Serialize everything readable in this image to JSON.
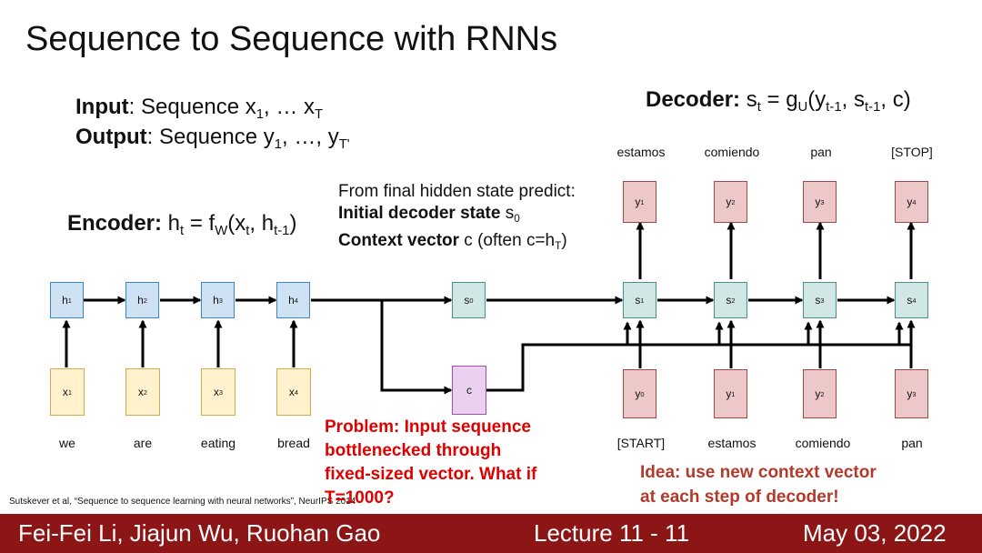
{
  "title": "Sequence to Sequence with RNNs",
  "input_line": {
    "label": "Input",
    "text": ": Sequence x",
    "sub1": "1",
    "mid": ", … x",
    "sub2": "T"
  },
  "output_line": {
    "label": "Output",
    "text": ": Sequence y",
    "sub1": "1",
    "mid": ", …, y",
    "sub2": "T'"
  },
  "decoder_eq": {
    "label": "Decoder:",
    "p1": " s",
    "s1": "t",
    "p2": " = g",
    "s2": "U",
    "p3": "(y",
    "s3": "t-1",
    "p4": ", s",
    "s4": "t-1",
    "p5": ", c)"
  },
  "encoder_eq": {
    "label": "Encoder:",
    "p1": " h",
    "s1": "t",
    "p2": " = f",
    "s2": "W",
    "p3": "(x",
    "s3": "t",
    "p4": ", h",
    "s4": "t-1",
    "p5": ")"
  },
  "hint": {
    "line1": "From final hidden state predict:",
    "line2_bold": "Initial decoder state",
    "line2": " s",
    "line2_sub": "0",
    "line3_bold": "Context vector",
    "line3": " c (often c=h",
    "line3_sub": "T",
    "line3_end": ")"
  },
  "encoder_states": [
    {
      "p": "h",
      "s": "1"
    },
    {
      "p": "h",
      "s": "2"
    },
    {
      "p": "h",
      "s": "3"
    },
    {
      "p": "h",
      "s": "4"
    }
  ],
  "encoder_inputs": [
    {
      "p": "x",
      "s": "1"
    },
    {
      "p": "x",
      "s": "2"
    },
    {
      "p": "x",
      "s": "3"
    },
    {
      "p": "x",
      "s": "4"
    }
  ],
  "encoder_words": [
    "we",
    "are",
    "eating",
    "bread"
  ],
  "s0": {
    "p": "s",
    "s": "0"
  },
  "c": "c",
  "decoder_states": [
    {
      "p": "s",
      "s": "1"
    },
    {
      "p": "s",
      "s": "2"
    },
    {
      "p": "s",
      "s": "3"
    },
    {
      "p": "s",
      "s": "4"
    }
  ],
  "decoder_outputs": [
    {
      "p": "y",
      "s": "1"
    },
    {
      "p": "y",
      "s": "2"
    },
    {
      "p": "y",
      "s": "3"
    },
    {
      "p": "y",
      "s": "4"
    }
  ],
  "decoder_inputs": [
    {
      "p": "y",
      "s": "0"
    },
    {
      "p": "y",
      "s": "1"
    },
    {
      "p": "y",
      "s": "2"
    },
    {
      "p": "y",
      "s": "3"
    }
  ],
  "decoder_output_words": [
    "estamos",
    "comiendo",
    "pan",
    "[STOP]"
  ],
  "decoder_input_words": [
    "[START]",
    "estamos",
    "comiendo",
    "pan"
  ],
  "problem": {
    "line1": "Problem: Input sequence",
    "line2": "bottlenecked through",
    "line3": "fixed-sized vector. What if",
    "line4": "T=1000?"
  },
  "idea": {
    "line1": "Idea: use new context vector",
    "line2": "at each step of decoder!"
  },
  "citation": "Sutskever et al, “Sequence to sequence learning with neural networks”, NeurIPS 2014",
  "footer": {
    "authors": "Fei-Fei Li, Jiajun Wu, Ruohan Gao",
    "lecture": "Lecture 11 -  11",
    "date": "May 03, 2022"
  },
  "colors": {
    "footer_bg": "#8c1515",
    "problem": "#e00000",
    "idea": "#b23a2b"
  }
}
